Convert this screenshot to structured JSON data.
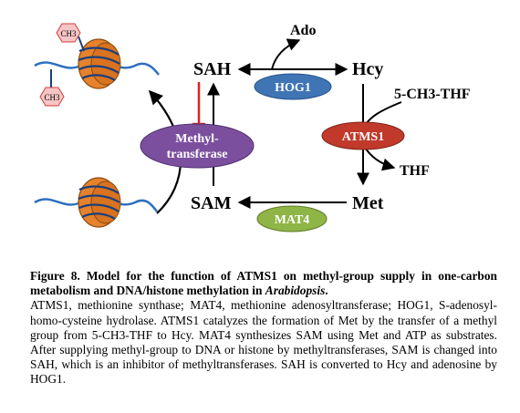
{
  "diagram": {
    "nodes": {
      "sah": "SAH",
      "ado": "Ado",
      "hcy": "Hcy",
      "thf_donor": "5-CH3-THF",
      "thf": "THF",
      "met": "Met",
      "sam": "SAM"
    },
    "enzymes": {
      "hog1": "HOG1",
      "atms1": "ATMS1",
      "mat4": "MAT4",
      "methyltransferase_line1": "Methyl-",
      "methyltransferase_line2": "transferase"
    },
    "methyl_tag": "CH3",
    "colors": {
      "hog1": "#3f74b5",
      "atms1": "#c0392b",
      "mat4": "#8fb547",
      "methyltransferase": "#7b4f9e",
      "inhibitor": "#e02020",
      "nucleosome": "#e6822c",
      "dna": "#2f6fbf",
      "ch3_fill": "#f7c5c5",
      "ch3_stroke": "#d23c3c"
    }
  },
  "caption": {
    "title_prefix": "Figure 8. Model for the function of ATMS1 on methyl-group supply in one-carbon metabolism and DNA/histone methylation in ",
    "title_species": "Arabidopsis",
    "title_end": ".",
    "body": "ATMS1, methionine synthase; MAT4, methionine adenosyltransferase; HOG1, S-adenosyl-homo-cysteine hydrolase. ATMS1 catalyzes the formation of Met by the transfer of a methyl group from 5-CH3-THF to Hcy. MAT4 synthesizes SAM using Met and ATP as substrates. After supplying methyl-group to DNA or histone by methyltransferases, SAM is changed into SAH, which is an inhibitor of methyltransferases. SAH is converted to Hcy and adenosine by HOG1."
  }
}
